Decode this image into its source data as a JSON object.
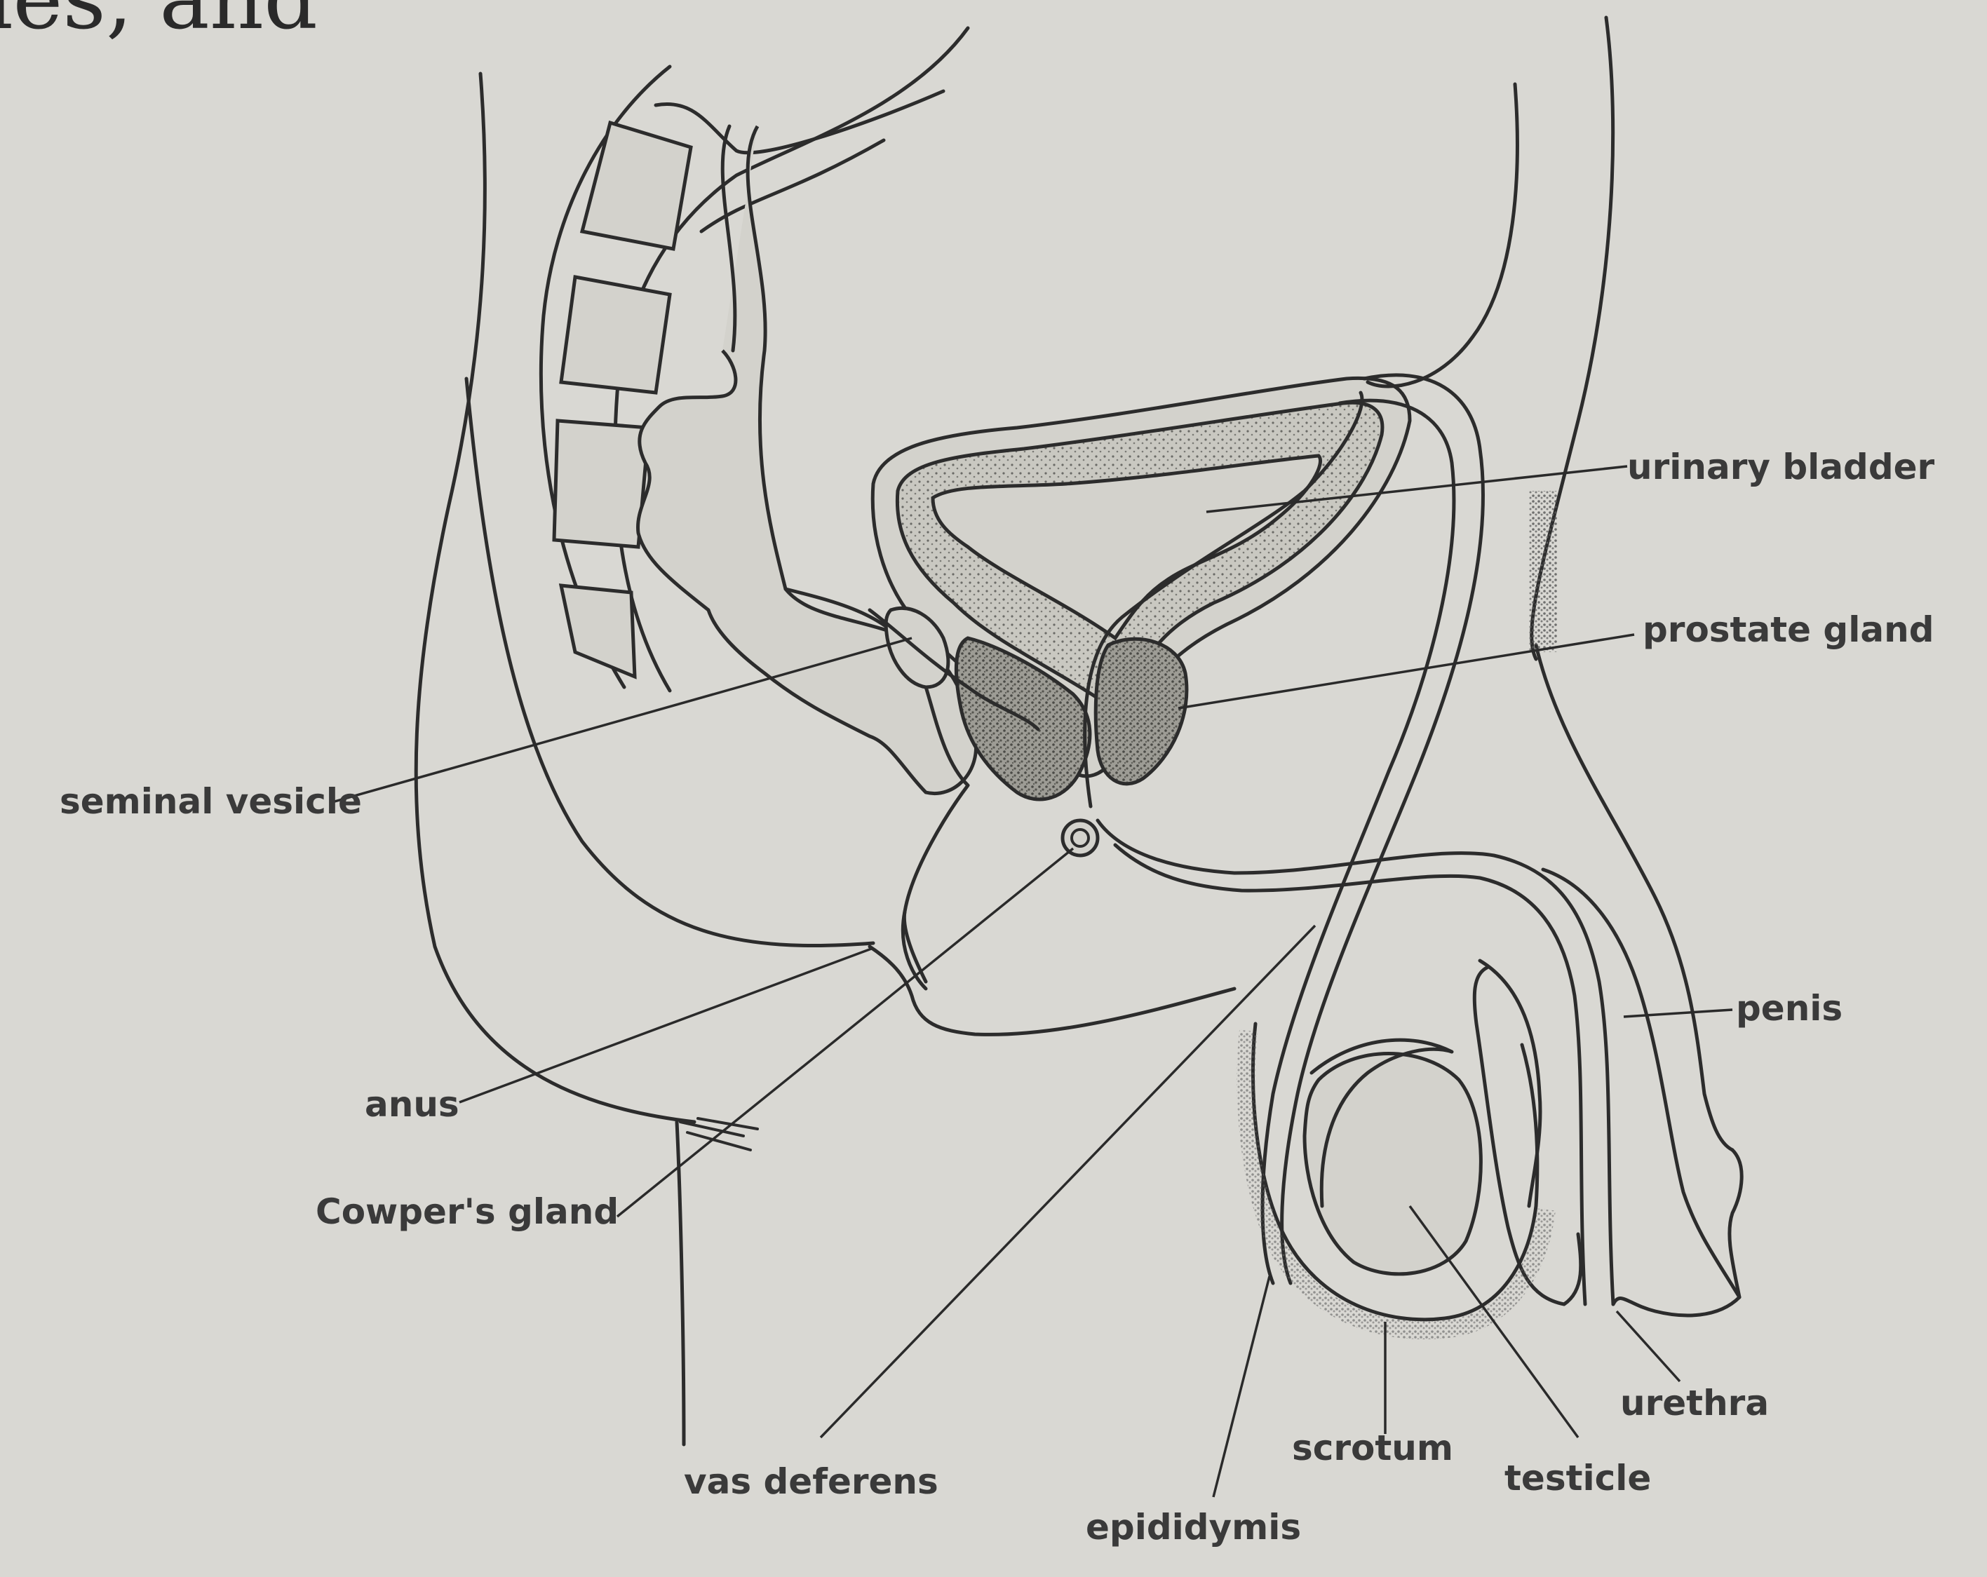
{
  "header_fragment": "ies, and",
  "labels": {
    "urinary_bladder": "urinary bladder",
    "prostate_gland": "prostate gland",
    "seminal_vesicle": "seminal vesicle",
    "penis": "penis",
    "anus": "anus",
    "cowpers_gland": "Cowper's gland",
    "urethra": "urethra",
    "scrotum": "scrotum",
    "testicle": "testicle",
    "vas_deferens": "vas deferens",
    "epididymis": "epididymis"
  }
}
